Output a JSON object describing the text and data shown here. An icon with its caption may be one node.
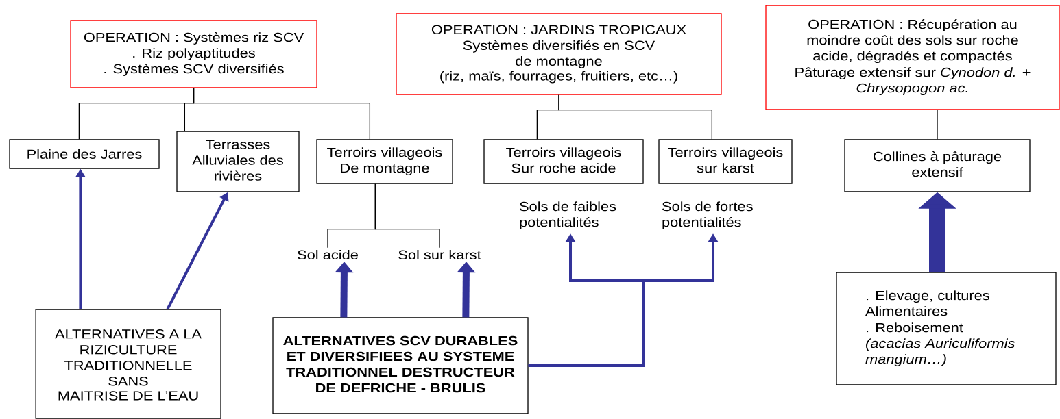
{
  "diagram": {
    "nodes": [
      {
        "text": [
          "OPERATION : Systèmes riz SCV",
          ". Riz polyaptitudes",
          ". Systèmes SCV diversifiés"
        ]
      },
      {
        "text": [
          "OPERATION : JARDINS TROPICAUX",
          "Systèmes diversifiés en SCV de montagne",
          "(riz, maïs, fourrages, fruitiers, etc…)"
        ]
      },
      {
        "text": [
          "OPERATION : Récupération au moindre coût des sols sur roche acide, dégradés et compactés",
          "Pâturage extensif sur *Cynodon d.* + *Chrysopogon ac.*"
        ]
      },
      {
        "text": [
          "Plaine des Jarres"
        ]
      },
      {
        "text": [
          "Terrasses Alluviales des rivières"
        ]
      },
      {
        "text": [
          "Terroirs villageois De montagne"
        ]
      },
      {
        "text": [
          "Terroirs villageois Sur roche acide"
        ]
      },
      {
        "text": [
          "Terroirs villageois sur karst"
        ]
      },
      {
        "text": [
          "Collines à pâturage extensif"
        ]
      },
      {
        "text": [
          "Sols de faibles potentialités"
        ]
      },
      {
        "text": [
          "Sols de fortes potentialités"
        ]
      },
      {
        "text": [
          "Sol acide"
        ]
      },
      {
        "text": [
          "Sol sur karst"
        ]
      },
      {
        "text": [
          "ALTERNATIVES A LA RIZICULTURE TRADITIONNELLE SANS",
          "MAITRISE DE L’EAU"
        ]
      },
      {
        "text": [
          "ALTERNATIVES SCV DURABLES ET DIVERSIFIEES AU SYSTEME TRADITIONNEL DESTRUCTEUR DE DEFRICHE - BRULIS"
        ]
      },
      {
        "text": [
          ". Elevage, cultures Alimentaires",
          ". Reboisement",
          "(acacias Auriculiformis mangium…)"
        ]
      }
    ],
    "edges": [
      {
        "from": 0,
        "to": 3,
        "arrow": "none"
      },
      {
        "from": 0,
        "to": 4,
        "arrow": "none"
      },
      {
        "from": 0,
        "to": 5,
        "arrow": "none"
      },
      {
        "from": 1,
        "to": 6,
        "arrow": "none"
      },
      {
        "from": 1,
        "to": 7,
        "arrow": "none"
      },
      {
        "from": 2,
        "to": 8,
        "arrow": "none"
      },
      {
        "from": 5,
        "to": 11,
        "arrow": "none"
      },
      {
        "from": 5,
        "to": 12,
        "arrow": "none"
      },
      {
        "from": 13,
        "to": 3,
        "arrow": "to",
        "style": "thick",
        "color": "#333399"
      },
      {
        "from": 13,
        "to": 4,
        "arrow": "to",
        "style": "thick",
        "color": "#333399"
      },
      {
        "from": 14,
        "to": 11,
        "arrow": "to",
        "style": "thick",
        "color": "#333399"
      },
      {
        "from": 14,
        "to": 12,
        "arrow": "to",
        "style": "thick",
        "color": "#333399"
      },
      {
        "from": 14,
        "to": 9,
        "arrow": "to",
        "style": "thick",
        "color": "#333399"
      },
      {
        "from": 14,
        "to": 10,
        "arrow": "to",
        "style": "thick",
        "color": "#333399"
      },
      {
        "from": 15,
        "to": 8,
        "arrow": "to",
        "style": "thick",
        "color": "#333399"
      }
    ]
  }
}
